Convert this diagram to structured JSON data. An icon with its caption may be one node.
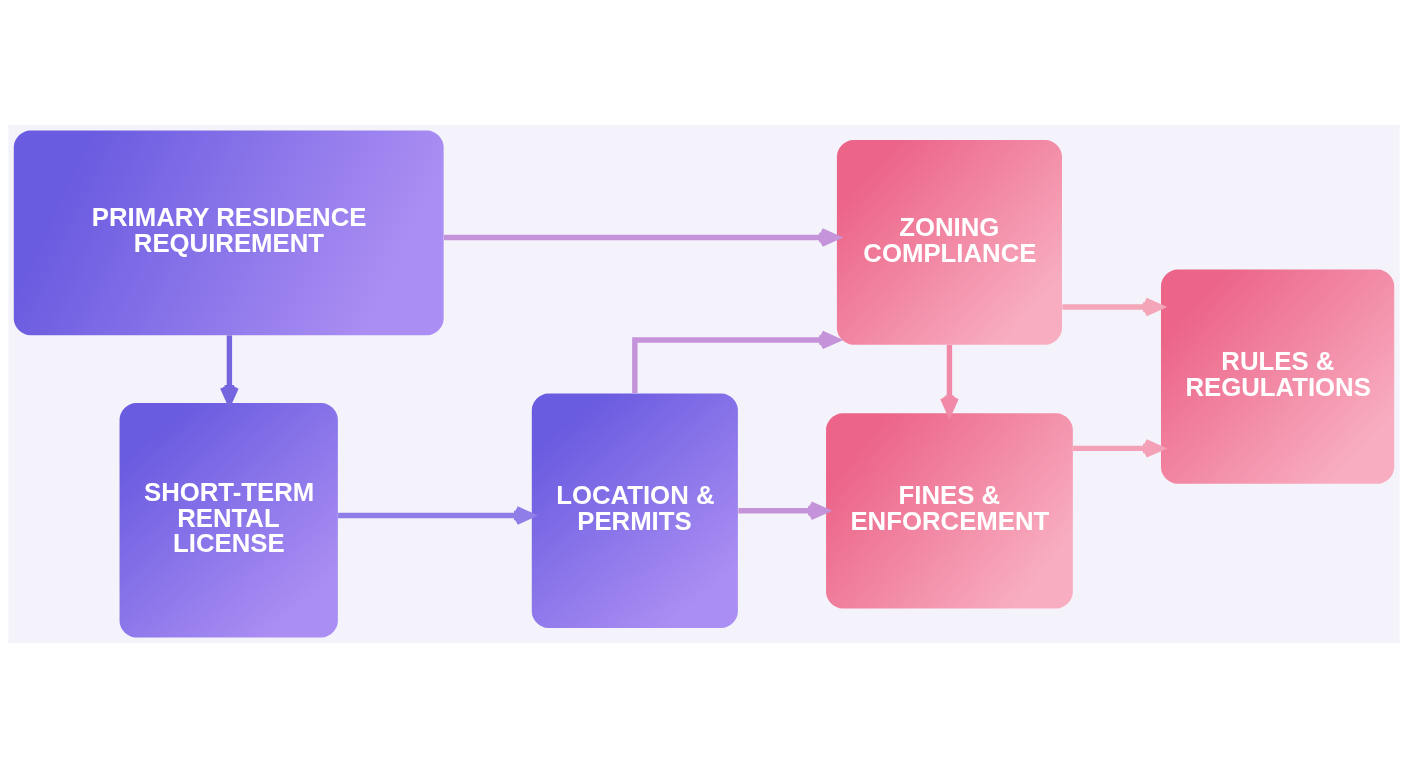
{
  "diagram": {
    "nodes": [
      {
        "text": [
          "PRIMARY RESIDENCE REQUIREMENT"
        ]
      },
      {
        "text": [
          "SHORT-TERM RENTAL LICENSE"
        ]
      },
      {
        "text": [
          "LOCATION & PERMITS"
        ]
      },
      {
        "text": [
          "ZONING COMPLIANCE"
        ]
      },
      {
        "text": [
          "FINES & ENFORCEMENT"
        ]
      },
      {
        "text": [
          "RULES & REGULATIONS"
        ]
      }
    ],
    "edges": [
      {
        "from": 0,
        "to": 1,
        "arrow": "to",
        "color": "#7566e0"
      },
      {
        "from": 0,
        "to": 3,
        "arrow": "to",
        "color": "#c493d9"
      },
      {
        "from": 1,
        "to": 2,
        "arrow": "to",
        "color": "#8f7ee8"
      },
      {
        "from": 2,
        "to": 3,
        "arrow": "to",
        "color": "#c493d9"
      },
      {
        "from": 2,
        "to": 4,
        "arrow": "to",
        "color": "#c493d9"
      },
      {
        "from": 3,
        "to": 4,
        "arrow": "to",
        "color": "#f08aa8"
      },
      {
        "from": 3,
        "to": 5,
        "arrow": "to",
        "color": "#f4a6b8"
      },
      {
        "from": 4,
        "to": 5,
        "arrow": "to",
        "color": "#f4a0b6"
      }
    ]
  }
}
